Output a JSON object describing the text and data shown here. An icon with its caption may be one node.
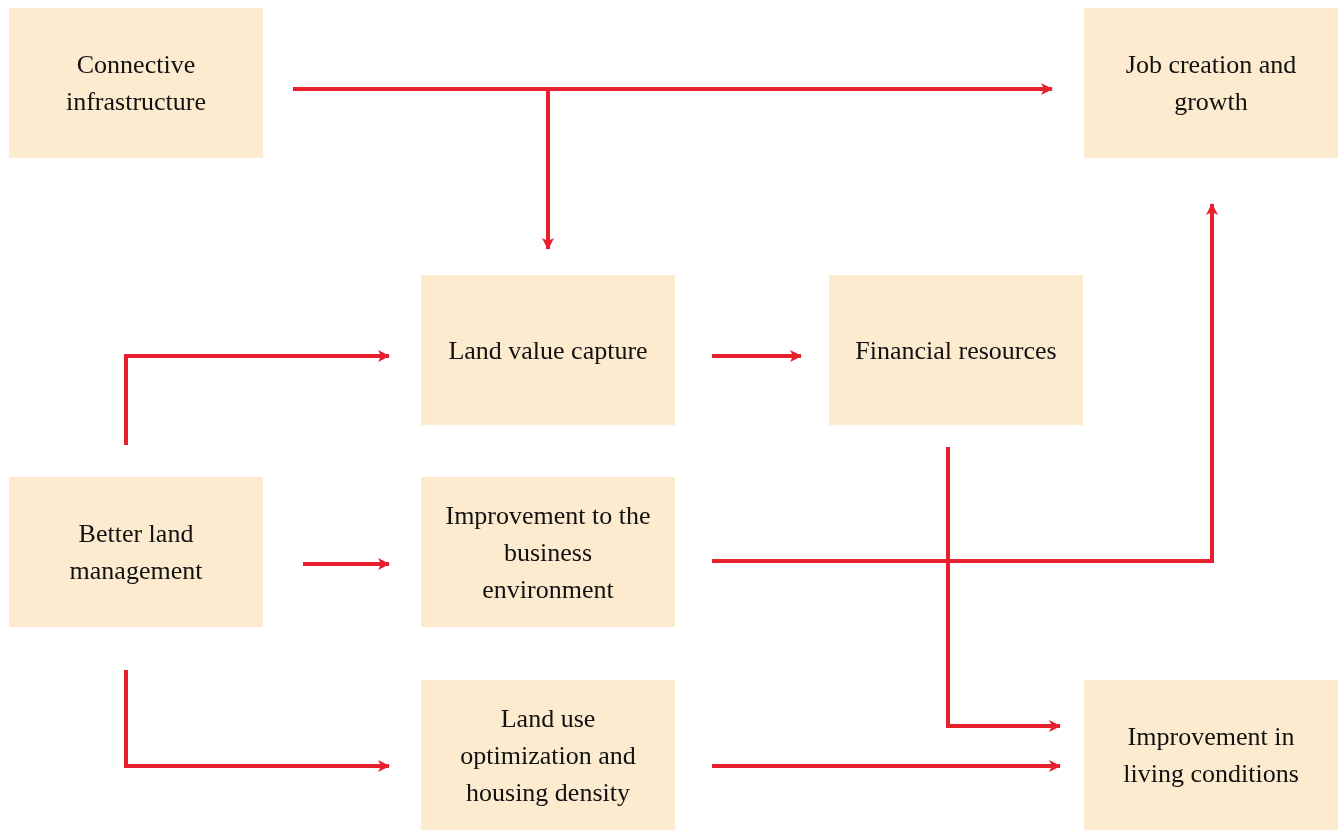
{
  "diagram": {
    "nodes": [
      {
        "text": [
          "Connective infrastructure"
        ]
      },
      {
        "text": [
          "Job creation and growth"
        ]
      },
      {
        "text": [
          "Land value capture"
        ]
      },
      {
        "text": [
          "Financial resources"
        ]
      },
      {
        "text": [
          "Better land management"
        ]
      },
      {
        "text": [
          "Improvement to the business environment"
        ]
      },
      {
        "text": [
          "Land use optimization and housing density"
        ]
      },
      {
        "text": [
          "Improvement in living conditions"
        ]
      }
    ],
    "edges": [
      {
        "from": 0,
        "to": 1,
        "arrow": "to"
      },
      {
        "from": 0,
        "to": 2,
        "arrow": "to"
      },
      {
        "from": 4,
        "to": 2,
        "arrow": "to"
      },
      {
        "from": 4,
        "to": 5,
        "arrow": "to"
      },
      {
        "from": 4,
        "to": 6,
        "arrow": "to"
      },
      {
        "from": 2,
        "to": 3,
        "arrow": "to"
      },
      {
        "from": 5,
        "to": 1,
        "arrow": "to"
      },
      {
        "from": 3,
        "to": 7,
        "arrow": "to"
      },
      {
        "from": 6,
        "to": 7,
        "arrow": "to"
      }
    ]
  }
}
